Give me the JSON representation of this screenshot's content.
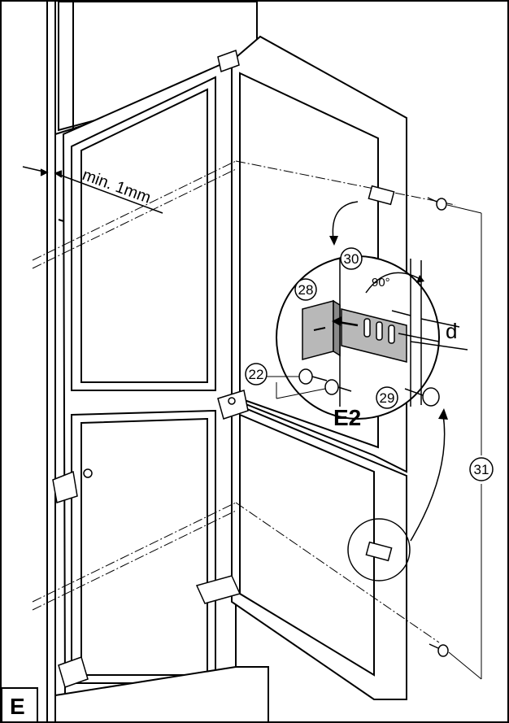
{
  "figure": {
    "panel_label": "E",
    "detail_label": "E2",
    "dimension_label": "min. 1mm",
    "angle_label": "90°",
    "distance_label": "d",
    "callouts": [
      "28",
      "30",
      "22",
      "29",
      "31"
    ]
  },
  "colors": {
    "line": "#000000",
    "fill": "#ffffff",
    "part_gray": "#b8b8b8",
    "part_dark": "#8a8a8a"
  }
}
